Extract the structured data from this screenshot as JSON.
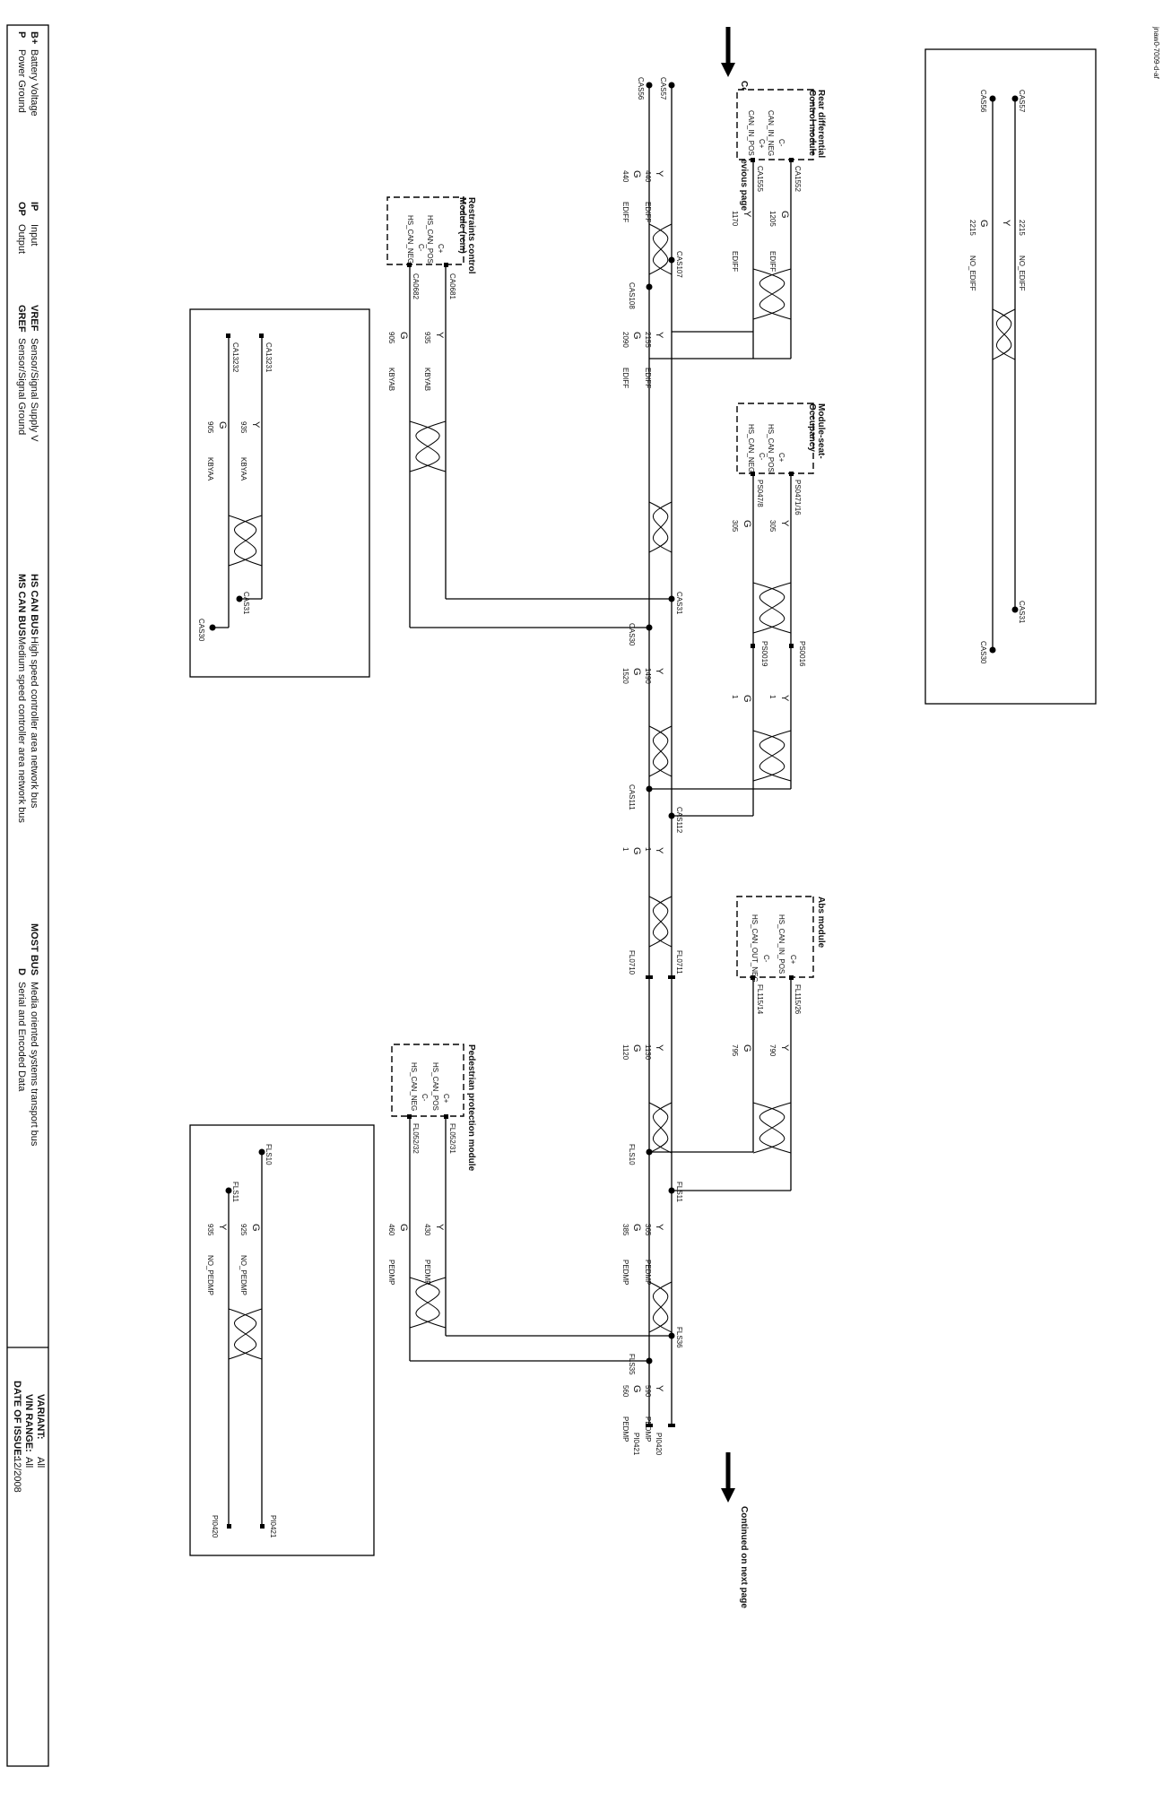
{
  "doc_ref": "jnaw0-7009-d-af",
  "continued_prev": "Continued from previous page",
  "continued_next": "Continued on next page",
  "legend": [
    {
      "abbr": "B+",
      "text": "Battery Voltage"
    },
    {
      "abbr": "P",
      "text": "Power Ground"
    },
    {
      "abbr": "IP",
      "text": "Input"
    },
    {
      "abbr": "OP",
      "text": "Output"
    },
    {
      "abbr": "VREF",
      "text": "Sensor/Signal Supply V"
    },
    {
      "abbr": "GREF",
      "text": "Sensor/Signal Ground"
    },
    {
      "abbr": "HS CAN BUS",
      "text": "High speed controller area network bus"
    },
    {
      "abbr": "MS CAN BUS",
      "text": "Medium speed controller area network bus"
    },
    {
      "abbr": "MOST BUS",
      "text": "Media oriented systems transport bus"
    },
    {
      "abbr": "D",
      "text": "Serial and Encoded Data"
    }
  ],
  "variant": {
    "label": "VARIANT:",
    "value": "All"
  },
  "vin_range": {
    "label": "VIN RANGE:",
    "value": "All"
  },
  "date_of_issue": {
    "label": "DATE OF ISSUE:",
    "value": "12/2008"
  },
  "modules": {
    "rear_diff": {
      "name_1": "Rear differential",
      "name_2": "Control module",
      "pins": [
        "C-",
        "CAN_IN_NEG",
        "C+",
        "CAN_IN_POS"
      ],
      "connectors": [
        "CA1552",
        "CA1555"
      ]
    },
    "restraints": {
      "name_1": "Restraints control",
      "name_2": "Module (rcm)",
      "pins": [
        "C+",
        "HS_CAN_POS",
        "C-",
        "HS_CAN_NEG"
      ],
      "connectors": [
        "CA0681",
        "CA0682"
      ]
    },
    "seat_occ": {
      "name_1": "Module-seat-",
      "name_2": "Occupancy",
      "pins": [
        "C+",
        "HS_CAN_POS",
        "C-",
        "HS_CAN_NEG"
      ],
      "connectors": [
        "PS0471/16",
        "PS047/8"
      ]
    },
    "abs": {
      "name_1": "Abs module",
      "name_2": "",
      "pins": [
        "C+",
        "HS_CAN_IN_POS",
        "C-",
        "HS_CAN_OUT_NEG"
      ],
      "connectors": [
        "FL115/26",
        "FL115/14"
      ]
    },
    "pedestrian": {
      "name_1": "Pedestrian protection module",
      "name_2": "",
      "pins": [
        "C+",
        "HS_CAN_POS",
        "C-",
        "HS_CAN_NEG"
      ],
      "connectors": [
        "FL052/31",
        "FL052/32"
      ]
    }
  },
  "labels": {
    "mb": {
      "cas56": "CAS56",
      "cas57": "CAS57",
      "c_g": "G",
      "c_y": "Y",
      "n_g1": "440",
      "n_y1": "440",
      "edff_g1": "EDIFF",
      "edff_y1": "EDIFF",
      "cas108": "CAS108",
      "cas107": "CAS107",
      "n_g2": "2090",
      "n_y2": "2155",
      "edff_g2": "EDIFF",
      "edff_y2": "EDIFF",
      "cas31": "CAS31",
      "cas30": "CAS30",
      "n_g3": "1520",
      "n_y3": "1490",
      "cas111": "CAS111",
      "cas112": "CAS112",
      "n_g4": "1",
      "n_y4": "1",
      "fl0710": "FL0710",
      "fl0711": "FL0711",
      "n_g5": "1120",
      "n_y5": "1130",
      "fls10": "FLS10",
      "fls11": "FLS11",
      "n_g6": "385",
      "n_y6": "365",
      "ped_g1": "PEDMP",
      "ped_y1": "PEDMP",
      "fls35": "FLS35",
      "fls36": "FLS36",
      "n_g7": "560",
      "n_y7": "590",
      "ped_g2": "PEDMP",
      "ped_y2": "PEDMP",
      "p0421": "PI0421",
      "p0420": "PI0420"
    },
    "rd": {
      "g": "G",
      "y": "Y",
      "n_g": "1205",
      "n_y": "1170",
      "e_g": "EDIFF",
      "e_y": "EDIFF"
    },
    "so": {
      "y": "Y",
      "g": "G",
      "n_y": "305",
      "n_g": "305",
      "ps16": "PS0016",
      "ps19": "PS0019",
      "y2": "Y",
      "g2": "G",
      "n_y2": "1",
      "n_g2": "1"
    },
    "rcm": {
      "y": "Y",
      "g": "G",
      "n_y": "935",
      "n_g": "905",
      "k_y": "KBYAB",
      "k_g": "KBYAB"
    },
    "abs": {
      "y": "Y",
      "g": "G",
      "n_y": "790",
      "n_g": "795"
    },
    "ped": {
      "y": "Y",
      "g": "G",
      "n_y": "430",
      "n_g": "460",
      "p_y": "PEDMP",
      "p_g": "PEDMP"
    },
    "b1": {
      "cas56": "CAS56",
      "cas57": "CAS57",
      "g": "G",
      "y": "Y",
      "n_g": "2215",
      "n_y": "2215",
      "e_g": "NO_EDIFF",
      "e_y": "NO_EDIFF",
      "cas30": "CAS30",
      "cas31": "CAS31"
    },
    "b2": {
      "c31": "CA13231",
      "c32": "CA13232",
      "y": "Y",
      "g": "G",
      "n_y": "935",
      "n_g": "905",
      "k_y": "KBYAA",
      "k_g": "KBYAA",
      "cas31": "CAS31",
      "cas30": "CAS30"
    },
    "b3": {
      "fls10": "FLS10",
      "fls11": "FLS11",
      "g": "G",
      "y": "Y",
      "n_g": "925",
      "n_y": "935",
      "e_g": "NO_PEDMP",
      "e_y": "NO_PEDMP",
      "p21": "PI0421",
      "p20": "PI0420"
    }
  }
}
